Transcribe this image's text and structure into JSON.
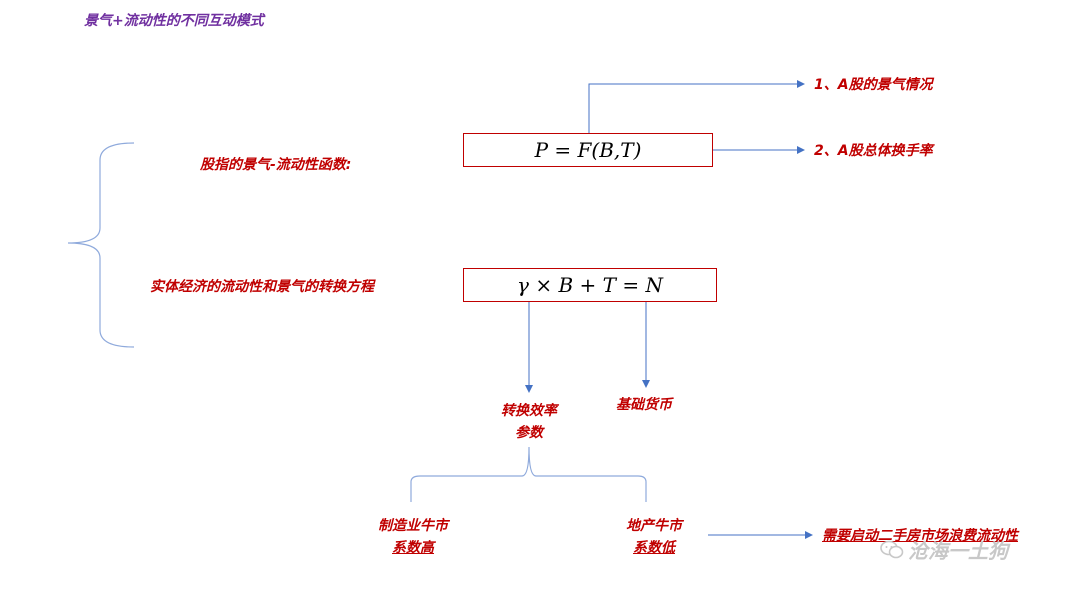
{
  "title": "景气+流动性的不同互动模式",
  "function_label": "股指的景气-流动性函数:",
  "conversion_label": "实体经济的流动性和景气的转换方程",
  "formula1": "P = F(B,T)",
  "formula2": "γ × B + T = N",
  "outputs": {
    "item1": "1、A股的景气情况",
    "item2": "2、A股总体换手率"
  },
  "params": {
    "efficiency_line1": "转换效率",
    "efficiency_line2": "参数",
    "base_money": "基础货币"
  },
  "regimes": {
    "manufacturing_line1": "制造业牛市",
    "manufacturing_line2": "系数高",
    "realestate_line1": "地产牛市",
    "realestate_line2": "系数低",
    "secondhand": "需要启动二手房市场浪费流动性"
  },
  "watermark": "沧海一土狗",
  "colors": {
    "title": "#7030a0",
    "label": "#c00000",
    "box_border": "#c00000",
    "connector": "#4472c4",
    "brace": "#8faadc"
  }
}
